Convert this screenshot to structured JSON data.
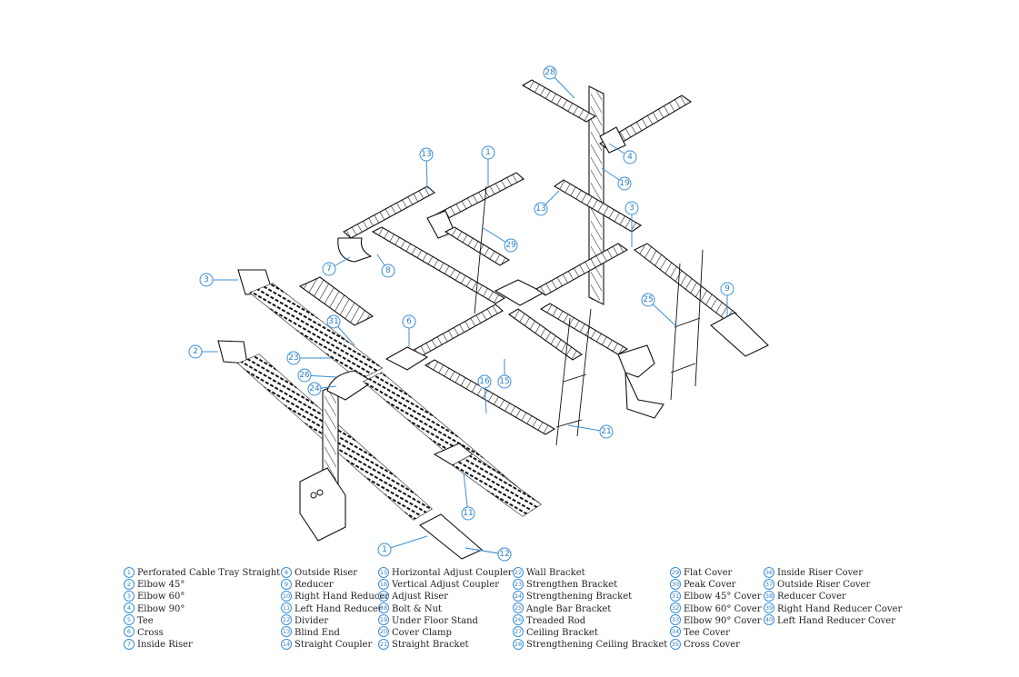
{
  "callouts": [
    {
      "num": "1"
    },
    {
      "num": "28"
    },
    {
      "num": "4"
    },
    {
      "num": "19"
    },
    {
      "num": "13"
    },
    {
      "num": "3"
    },
    {
      "num": "13"
    },
    {
      "num": "1"
    },
    {
      "num": "29"
    },
    {
      "num": "7"
    },
    {
      "num": "8"
    },
    {
      "num": "3"
    },
    {
      "num": "31"
    },
    {
      "num": "6"
    },
    {
      "num": "9"
    },
    {
      "num": "25"
    },
    {
      "num": "2"
    },
    {
      "num": "23"
    },
    {
      "num": "26"
    },
    {
      "num": "24"
    },
    {
      "num": "16"
    },
    {
      "num": "15"
    },
    {
      "num": "21"
    },
    {
      "num": "11"
    },
    {
      "num": "1"
    },
    {
      "num": "12"
    }
  ],
  "legend": {
    "columns": [
      [
        {
          "num": "1",
          "label": "Perforated Cable Tray Straight"
        },
        {
          "num": "2",
          "label": "Elbow 45°"
        },
        {
          "num": "3",
          "label": "Elbow 60°"
        },
        {
          "num": "4",
          "label": "Elbow 90°"
        },
        {
          "num": "5",
          "label": "Tee"
        },
        {
          "num": "6",
          "label": "Cross"
        },
        {
          "num": "7",
          "label": "Inside Riser"
        }
      ],
      [
        {
          "num": "8",
          "label": "Outside Riser"
        },
        {
          "num": "9",
          "label": "Reducer"
        },
        {
          "num": "10",
          "label": "Right Hand Reducer"
        },
        {
          "num": "11",
          "label": "Left Hand Reducer"
        },
        {
          "num": "12",
          "label": "Divider"
        },
        {
          "num": "13",
          "label": "Blind End"
        },
        {
          "num": "14",
          "label": "Straight Coupler"
        }
      ],
      [
        {
          "num": "15",
          "label": "Horizontal Adjust Coupler"
        },
        {
          "num": "16",
          "label": "Vertical Adjust Coupler"
        },
        {
          "num": "17",
          "label": "Adjust Riser"
        },
        {
          "num": "18",
          "label": "Bolt & Nut"
        },
        {
          "num": "19",
          "label": "Under Floor Stand"
        },
        {
          "num": "20",
          "label": "Cover Clamp"
        },
        {
          "num": "21",
          "label": "Straight Bracket"
        }
      ],
      [
        {
          "num": "22",
          "label": "Wall Bracket"
        },
        {
          "num": "23",
          "label": "Strengthen Bracket"
        },
        {
          "num": "24",
          "label": "Strengthening Bracket"
        },
        {
          "num": "25",
          "label": "Angle Bar Bracket"
        },
        {
          "num": "26",
          "label": "Treaded Rod"
        },
        {
          "num": "27",
          "label": "Ceiling Bracket"
        },
        {
          "num": "28",
          "label": "Strengthening Ceiling Bracket"
        }
      ],
      [
        {
          "num": "29",
          "label": "Flat Cover"
        },
        {
          "num": "30",
          "label": "Peak Cover"
        },
        {
          "num": "31",
          "label": "Elbow  45° Cover"
        },
        {
          "num": "32",
          "label": "Elbow 60° Cover"
        },
        {
          "num": "33",
          "label": "Elbow 90° Cover"
        },
        {
          "num": "34",
          "label": "Tee Cover"
        },
        {
          "num": "35",
          "label": "Cross Cover"
        }
      ],
      [
        {
          "num": "36",
          "label": "Inside Riser Cover"
        },
        {
          "num": "37",
          "label": "Outside Riser Cover"
        },
        {
          "num": "38",
          "label": "Reducer Cover"
        },
        {
          "num": "39",
          "label": "Right Hand Reducer Cover"
        },
        {
          "num": "40",
          "label": "Left Hand Reducer Cover"
        }
      ]
    ]
  }
}
